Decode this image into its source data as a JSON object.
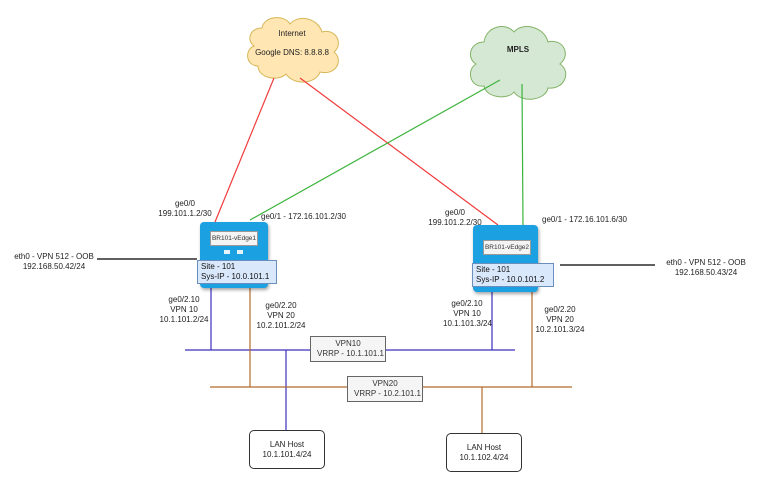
{
  "clouds": {
    "internet": {
      "title": "Internet",
      "subtitle": "Google DNS: 8.8.8.8",
      "fill": "#ffe6b3",
      "stroke": "#d6b656"
    },
    "mpls": {
      "title": "MPLS",
      "fill": "#d5e8d4",
      "stroke": "#82b366"
    }
  },
  "routers": {
    "vedge1": {
      "name": "BR101-vEdge1",
      "site": "Site - 101",
      "sys_ip": "Sys-IP - 10.0.101.1",
      "ge00": {
        "line1": "ge0/0",
        "line2": "199.101.1.2/30"
      },
      "ge01": "ge0/1 - 172.16.101.2/30",
      "eth0": {
        "line1": "eth0 - VPN 512 - OOB",
        "line2": "192.168.50.42/24"
      },
      "ge0210": {
        "line1": "ge0/2.10",
        "line2": "VPN 10",
        "line3": "10.1.101.2/24"
      },
      "ge0220": {
        "line1": "ge0/2.20",
        "line2": "VPN 20",
        "line3": "10.2.101.2/24"
      }
    },
    "vedge2": {
      "name": "BR101-vEdge2",
      "site": "Site - 101",
      "sys_ip": "Sys-IP - 10.0.101.2",
      "ge00": {
        "line1": "ge0/0",
        "line2": "199.101.2.2/30"
      },
      "ge01": "ge0/1 - 172.16.101.6/30",
      "eth0": {
        "line1": "eth0 - VPN 512 - OOB",
        "line2": "192.168.50.43/24"
      },
      "ge0210": {
        "line1": "ge0/2.10",
        "line2": "VPN 10",
        "line3": "10.1.101.3/24"
      },
      "ge0220": {
        "line1": "ge0/2.20",
        "line2": "VPN 20",
        "line3": "10.2.101.3/24"
      }
    }
  },
  "segments": {
    "vpn10": {
      "title": "VPN10",
      "vrrp": "VRRP - 10.1.101.1",
      "color": "#3b2fbf"
    },
    "vpn20": {
      "title": "VPN20",
      "vrrp": "VRRP - 10.2.101.1",
      "color": "#b46a2c"
    }
  },
  "hosts": [
    {
      "title": "LAN Host",
      "ip": "10.1.101.4/24"
    },
    {
      "title": "LAN Host",
      "ip": "10.1.102.4/24"
    }
  ],
  "link_colors": {
    "internet": "#f03c3c",
    "mpls": "#3cb43c",
    "oob": "#000000"
  }
}
